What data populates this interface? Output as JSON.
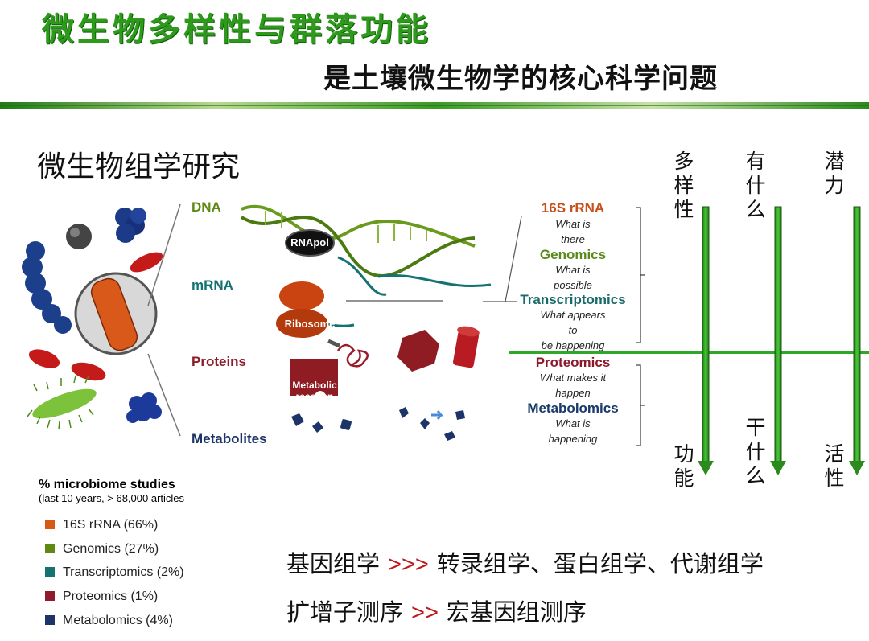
{
  "header": {
    "title": "微生物多样性与群落功能",
    "subtitle": "是土壤微生物学的核心科学问题"
  },
  "section_title": "微生物组学研究",
  "molecules": {
    "dna": "DNA",
    "mrna": "mRNA",
    "proteins": "Proteins",
    "metabolites": "Metabolites",
    "rnapol": "RNApol",
    "ribosome": "Ribosome",
    "metabolic_reaction_1": "Metabolic",
    "metabolic_reaction_2": "reaction"
  },
  "omics": [
    {
      "name": "16S rRNA",
      "desc": [
        "What is",
        "there"
      ],
      "color": "#c8501a"
    },
    {
      "name": "Genomics",
      "desc": [
        "What is",
        "possible"
      ],
      "color": "#5a8a1a"
    },
    {
      "name": "Transcriptomics",
      "desc": [
        "What appears",
        "to",
        "be happening"
      ],
      "color": "#1a6a6a"
    },
    {
      "name": "Proteomics",
      "desc": [
        "What makes it",
        "happen"
      ],
      "color": "#8a1a2a"
    },
    {
      "name": "Metabolomics",
      "desc": [
        "What is",
        "happening"
      ],
      "color": "#1a3a6a"
    }
  ],
  "columns": {
    "col1_top": [
      "多",
      "样",
      "性"
    ],
    "col1_bottom": [
      "功",
      "能"
    ],
    "col2_top": [
      "有",
      "什",
      "么"
    ],
    "col2_bottom": [
      "干",
      "什",
      "么"
    ],
    "col3_top": [
      "潜",
      "力"
    ],
    "col3_bottom": [
      "活",
      "性"
    ]
  },
  "legend": {
    "title": "% microbiome studies",
    "subtitle": "(last 10 years, > 68,000 articles",
    "items": [
      {
        "label": "16S rRNA (66%)",
        "color": "#d65a14",
        "percent": 66
      },
      {
        "label": "Genomics (27%)",
        "color": "#5e8a14",
        "percent": 27
      },
      {
        "label": "Transcriptomics (2%)",
        "color": "#147272",
        "percent": 2
      },
      {
        "label": "Proteomics (1%)",
        "color": "#8e1c2a",
        "percent": 1
      },
      {
        "label": "Metabolomics (4%)",
        "color": "#1c3468",
        "percent": 4
      }
    ]
  },
  "bottom": {
    "line1_left": "基因组学",
    "line1_arrow": ">>>",
    "line1_right": "转录组学、蛋白组学、代谢组学",
    "line2_left": "扩增子测序",
    "line2_arrow": ">>",
    "line2_right": "宏基因组测序"
  },
  "colors": {
    "title_green": "#2d9a1c",
    "arrow_green": "#2fa82a",
    "chevron_red": "#c0181a"
  }
}
